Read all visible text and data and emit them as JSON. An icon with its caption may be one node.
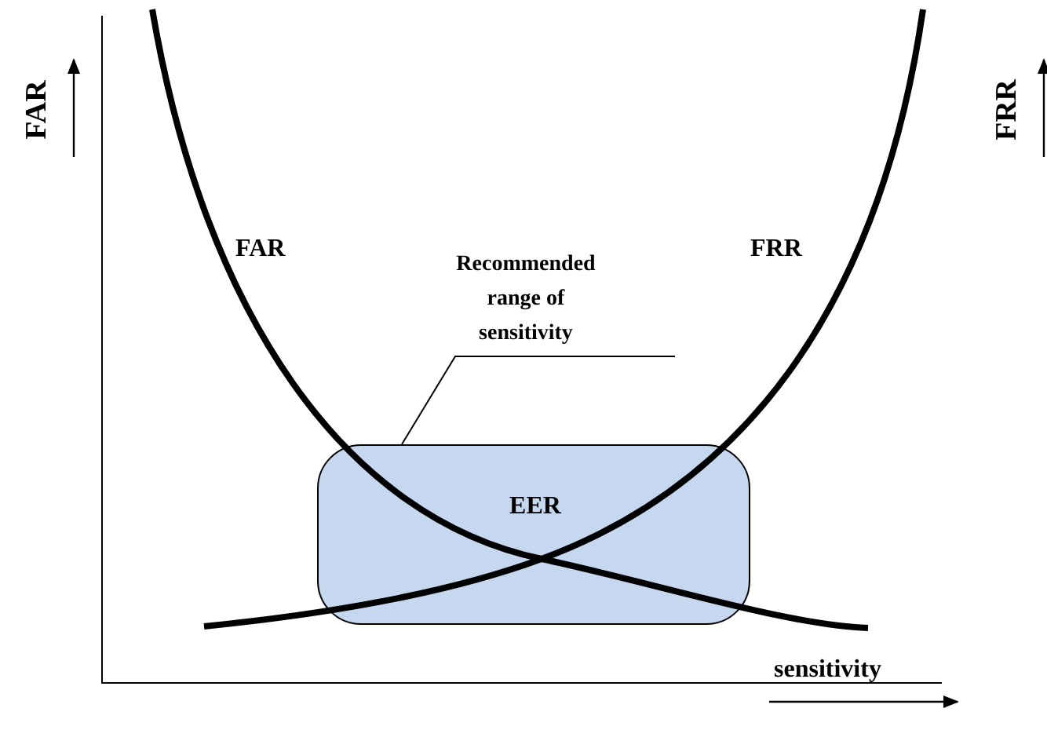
{
  "diagram": {
    "nodes": [
      {
        "text": [
          "Recommended range of sensitivity"
        ]
      },
      {
        "text": [
          "EER"
        ]
      }
    ],
    "edges": [
      {
        "from": 0,
        "to": 1,
        "arrow": "none"
      }
    ],
    "labels": [
      "FAR",
      "FRR",
      "FAR",
      "FRR",
      "sensitivity"
    ]
  }
}
